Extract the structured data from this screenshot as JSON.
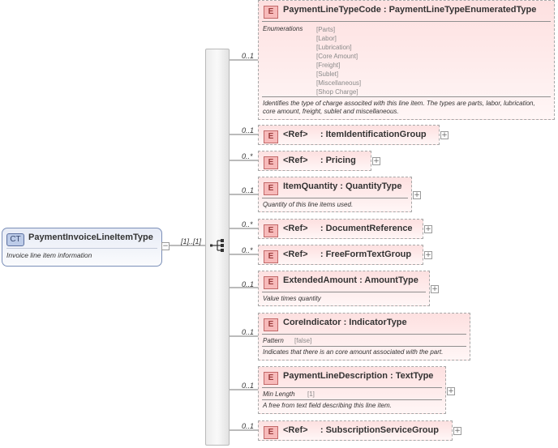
{
  "complex_type": {
    "badge": "CT",
    "name": "PaymentInvoiceLineItemType",
    "documentation": "Invoice line item information",
    "multiplicity": "[1]..[1]"
  },
  "elements": [
    {
      "multiplicity": "0..1",
      "badge": "E",
      "name": "PaymentLineTypeCode : PaymentLineTypeEnumeratedType",
      "facet_label": "Enumerations",
      "enumerations": [
        "[Parts]",
        "[Labor]",
        "[Lubrication]",
        "[Core Amount]",
        "[Freight]",
        "[Sublet]",
        "[Miscellaneous]",
        "[Shop Charge]"
      ],
      "documentation": "Identifies the type of charge associted with this line item. The types are parts, labor, lubrication, core amount, freight, sublet and miscellaneous."
    },
    {
      "multiplicity": "0..1",
      "badge": "E",
      "name": "<Ref>     : ItemIdentificationGroup"
    },
    {
      "multiplicity": "0..*",
      "badge": "E",
      "name": "<Ref>     : Pricing"
    },
    {
      "multiplicity": "0..1",
      "badge": "E",
      "name": "ItemQuantity : QuantityType",
      "documentation": "Quantity of this line items used."
    },
    {
      "multiplicity": "0..*",
      "badge": "E",
      "name": "<Ref>     : DocumentReference"
    },
    {
      "multiplicity": "0..*",
      "badge": "E",
      "name": "<Ref>     : FreeFormTextGroup"
    },
    {
      "multiplicity": "0..1",
      "badge": "E",
      "name": "ExtendedAmount : AmountType",
      "documentation": "Value times quantity"
    },
    {
      "multiplicity": "0..1",
      "badge": "E",
      "name": "CoreIndicator : IndicatorType",
      "facet_label": "Pattern",
      "facet_value": "[false]",
      "documentation": "Indicates that there is an core amount associated with the part."
    },
    {
      "multiplicity": "0..1",
      "badge": "E",
      "name": "PaymentLineDescription : TextType",
      "facet_label": "Min Length",
      "facet_value": "[1]",
      "documentation": "A free from text field describing this line item."
    },
    {
      "multiplicity": "0..1",
      "badge": "E",
      "name": "<Ref>     : SubscriptionServiceGroup"
    }
  ],
  "colors": {
    "element_fill": "#fde0e0",
    "element_badge": "#f7baba",
    "complex_type_fill": "#e7ebf6",
    "complex_type_border": "#7b8fb8"
  },
  "icons": {
    "expand": "plus-icon",
    "collapse": "minus-icon",
    "sequence": "sequence-compositor-icon"
  }
}
